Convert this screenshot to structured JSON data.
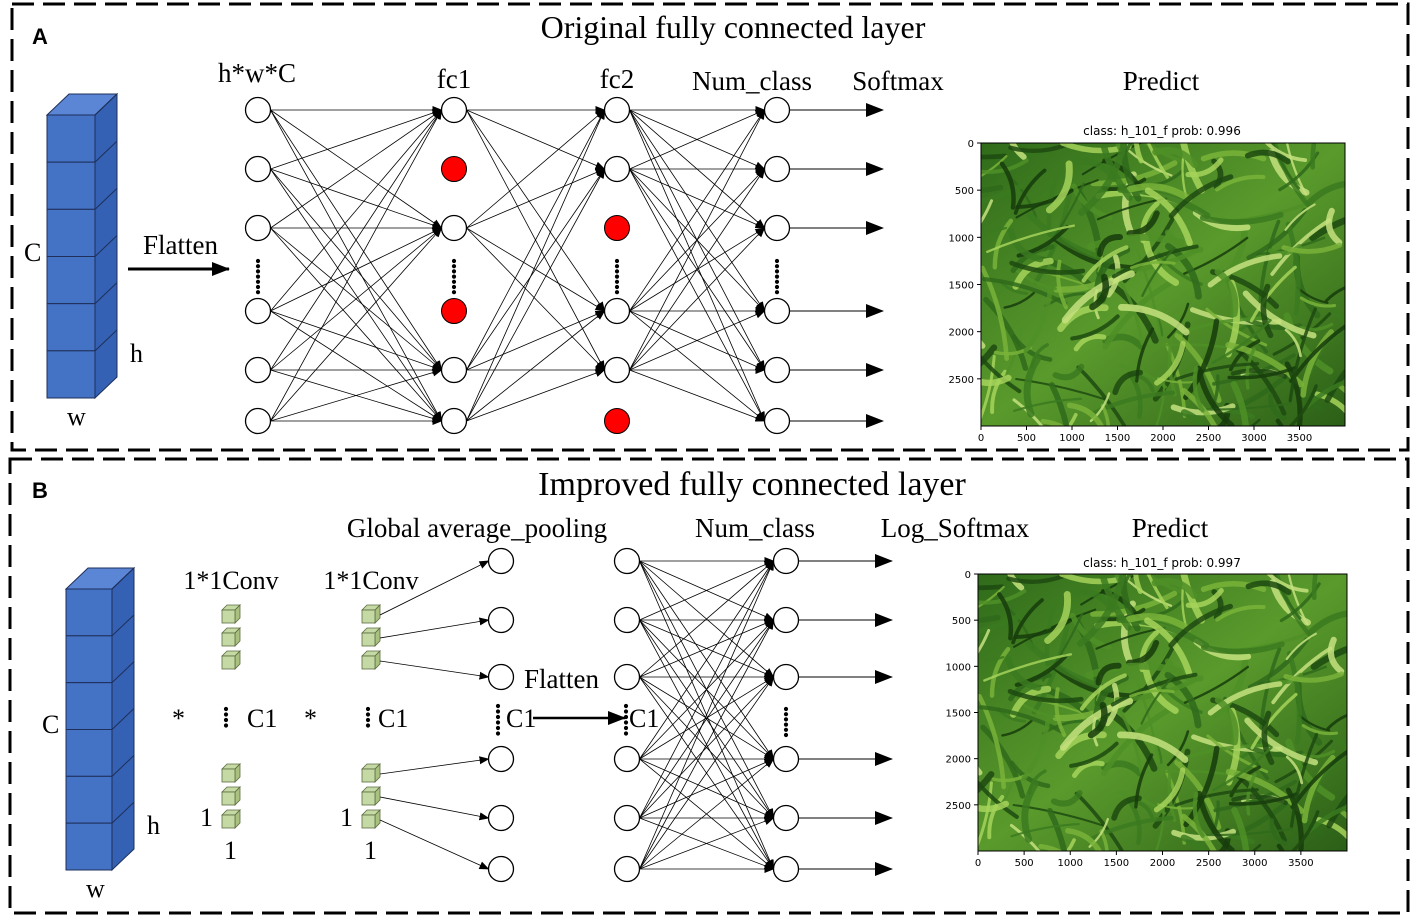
{
  "panel_a": {
    "label": "A",
    "title": "Original fully connected layer",
    "block_labels": {
      "c": "C",
      "h": "h",
      "w": "w"
    },
    "flatten": "Flatten",
    "col_headers": {
      "input": "h*w*C",
      "fc1": "fc1",
      "fc2": "fc2",
      "num_class": "Num_class",
      "softmax": "Softmax",
      "predict": "Predict"
    },
    "plot": {
      "title": "class: h_101_f   prob: 0.996",
      "xticks": [
        "0",
        "500",
        "1000",
        "1500",
        "2000",
        "2500",
        "3000",
        "3500"
      ],
      "yticks": [
        "0",
        "500",
        "1000",
        "1500",
        "2000",
        "2500"
      ]
    }
  },
  "panel_b": {
    "label": "B",
    "title": "Improved fully connected layer",
    "block_labels": {
      "c": "C",
      "h": "h",
      "w": "w"
    },
    "flatten": "Flatten",
    "col_headers": {
      "gap": "Global average_pooling",
      "num_class": "Num_class",
      "log_softmax": "Log_Softmax",
      "predict": "Predict"
    },
    "conv1": {
      "title": "1*1Conv",
      "mult": "*",
      "channels": "C1",
      "one_side": "1",
      "one_bottom": "1"
    },
    "conv2": {
      "title": "1*1Conv",
      "mult": "*",
      "channels": "C1",
      "one_side": "1",
      "one_bottom": "1"
    },
    "gap_channels": "C1",
    "flat_channels": "C1",
    "plot": {
      "title": "class: h_101_f   prob: 0.997",
      "xticks": [
        "0",
        "500",
        "1000",
        "1500",
        "2000",
        "2500",
        "3000",
        "3500"
      ],
      "yticks": [
        "0",
        "500",
        "1000",
        "1500",
        "2000",
        "2500"
      ]
    }
  },
  "colors": {
    "block_face": "#4472C4",
    "block_side": "#3461b3",
    "block_top": "#5b86d6",
    "dropout_node": "#ff0000",
    "cube_face": "#c5d9a4",
    "cube_side": "#a9c07f",
    "cube_edge": "#5b6b40",
    "leaf_dark": "#1f4a12",
    "leaf_light": "#8fc24a"
  }
}
